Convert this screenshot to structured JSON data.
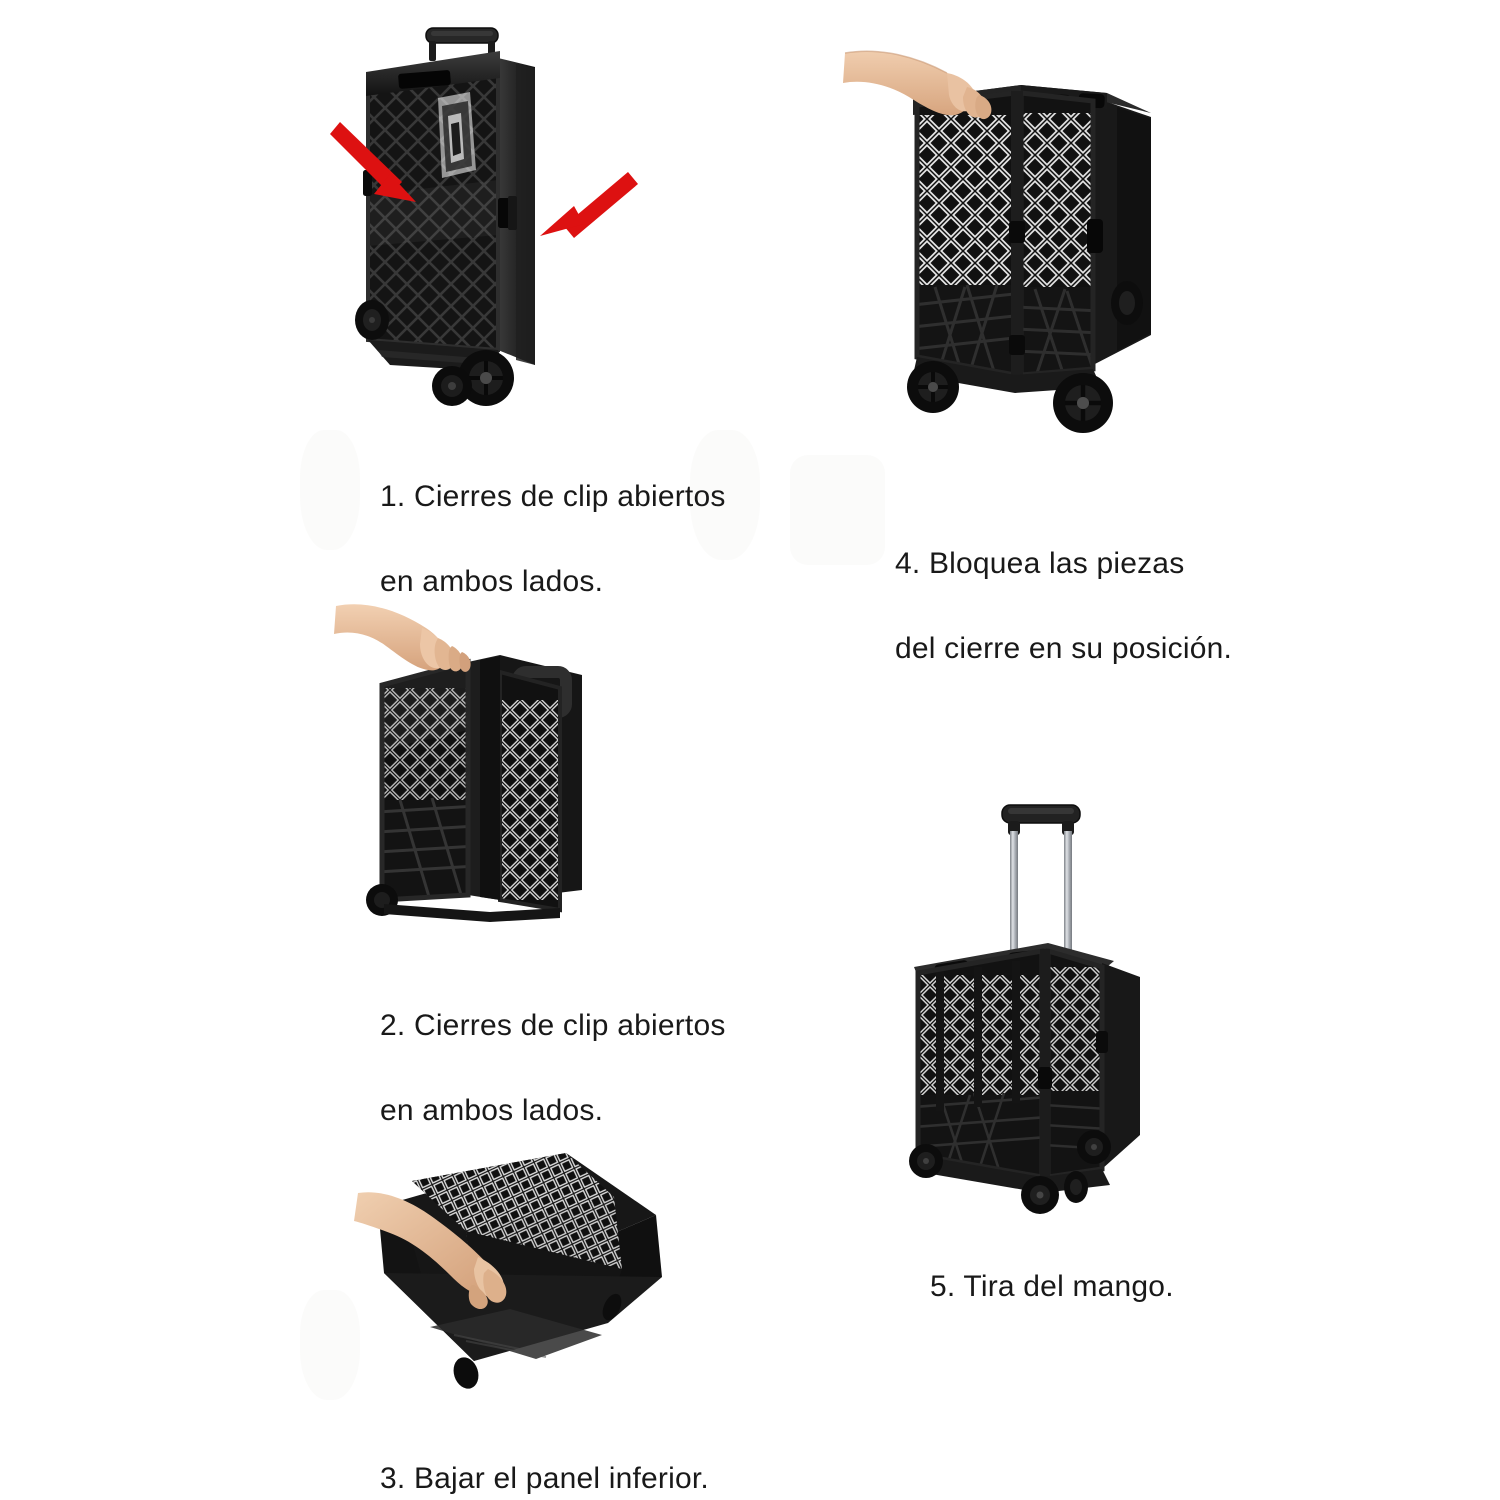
{
  "page": {
    "background_color": "#ffffff",
    "text_color": "#191919",
    "accent_color": "#dd1111",
    "product_color": "#151515",
    "skin_color": "#e4b894",
    "metal_color": "#b9bcc0",
    "language": "es"
  },
  "steps": [
    {
      "id": "step-1",
      "number": "1",
      "caption": "1. Cierres de clip abiertos\nen ambos lados.",
      "caption_line1": "1. Cierres de clip abiertos",
      "caption_line2": "en ambos lados.",
      "image_alt": "Carrito plegable cerrado con dos flechas rojas señalando los cierres de clip",
      "annotations": [
        {
          "name": "red-arrow-left",
          "direction": "down-right"
        },
        {
          "name": "red-arrow-right",
          "direction": "down-left"
        }
      ]
    },
    {
      "id": "step-2",
      "number": "2",
      "caption": "2. Cierres de clip abiertos\nen ambos lados.",
      "caption_line1": "2. Cierres de clip abiertos",
      "caption_line2": "en ambos lados.",
      "image_alt": "Mano abriendo los paneles laterales del carrito plegable"
    },
    {
      "id": "step-3",
      "number": "3",
      "caption": "3. Bajar el panel inferior.",
      "caption_line1": "3. Bajar el panel inferior.",
      "caption_line2": "",
      "image_alt": "Vista superior del carrito abierto con una mano bajando el panel inferior"
    },
    {
      "id": "step-4",
      "number": "4",
      "caption": "4. Bloquea las piezas\ndel cierre en su posición.",
      "caption_line1": "4. Bloquea las piezas",
      "caption_line2": "del cierre en su posición.",
      "image_alt": "Mano bloqueando las piezas del cierre del carrito montado"
    },
    {
      "id": "step-5",
      "number": "5",
      "caption": "5. Tira del mango.",
      "caption_line1": "5. Tira del mango.",
      "caption_line2": "",
      "image_alt": "Carrito plegable montado con el mango telescópico extendido"
    }
  ]
}
